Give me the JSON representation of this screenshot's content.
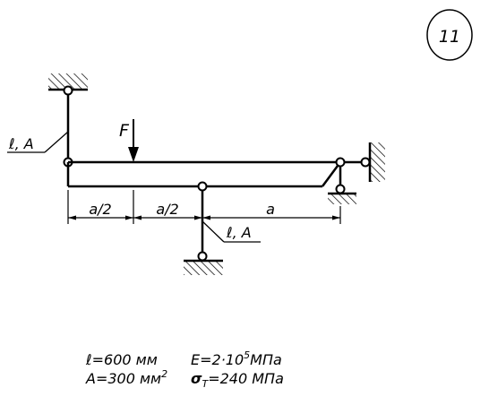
{
  "problem": {
    "number": "11"
  },
  "labels": {
    "force": "F",
    "rod_top": "ℓ, A",
    "rod_bottom": "ℓ, A",
    "dim_left": "a/2",
    "dim_mid": "a/2",
    "dim_right": "a"
  },
  "given": {
    "l_val": "ℓ=600 мм",
    "a_area": "A=300 мм",
    "a_area_exp": "2",
    "e_prefix": "E=2·10",
    "e_exp": "5",
    "e_unit": "МПа",
    "sigma_sym": "σ",
    "sigma_sub": "T",
    "sigma_rest": "=240 МПа"
  }
}
